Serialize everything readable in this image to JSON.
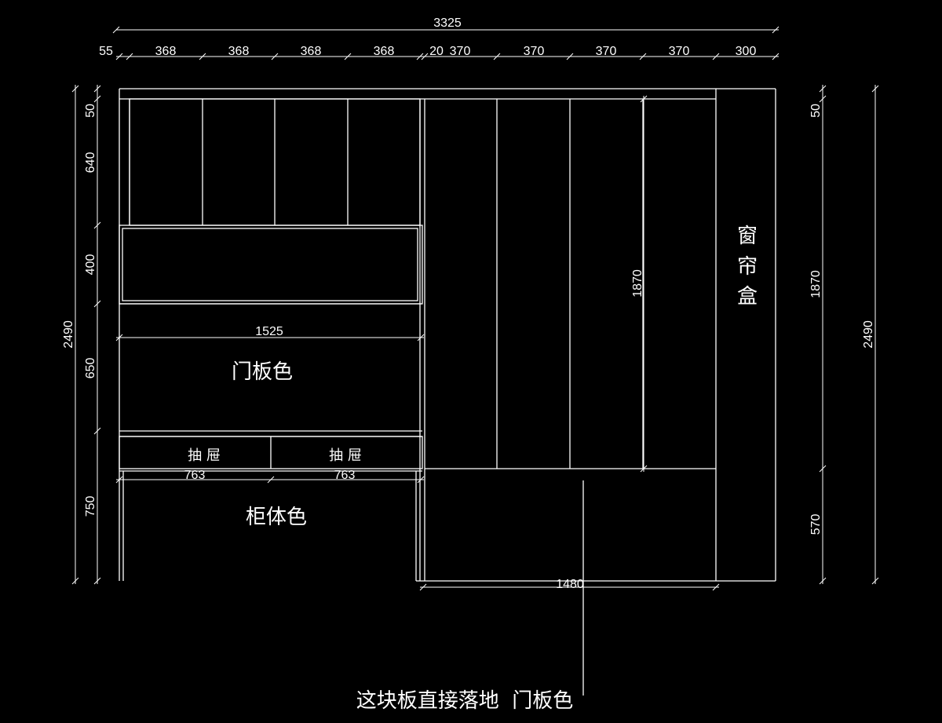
{
  "colors": {
    "background": "#000000",
    "lines": "#ffffff"
  },
  "dimensions": {
    "overall_width": "3325",
    "top_segments": [
      "55",
      "368",
      "368",
      "368",
      "368",
      "20",
      "370",
      "370",
      "370",
      "370",
      "300"
    ],
    "left_inner": [
      "50",
      "640",
      "400",
      "650",
      "750"
    ],
    "left_overall": "2490",
    "right_inner": [
      "50",
      "1870",
      "570"
    ],
    "right_overall": "2490",
    "desk_width": "1525",
    "drawer_widths": [
      "763",
      "763"
    ],
    "wardrobe_door_height": "1870",
    "wardrobe_bottom_width": "1480"
  },
  "labels": {
    "door_panel_color": "门板色",
    "drawer_left": "抽 屉",
    "drawer_right": "抽 屉",
    "carcass_color": "柜体色",
    "curtain_box": [
      "窗",
      "帘",
      "盒"
    ],
    "floor_note": "这块板直接落地  门板色"
  }
}
